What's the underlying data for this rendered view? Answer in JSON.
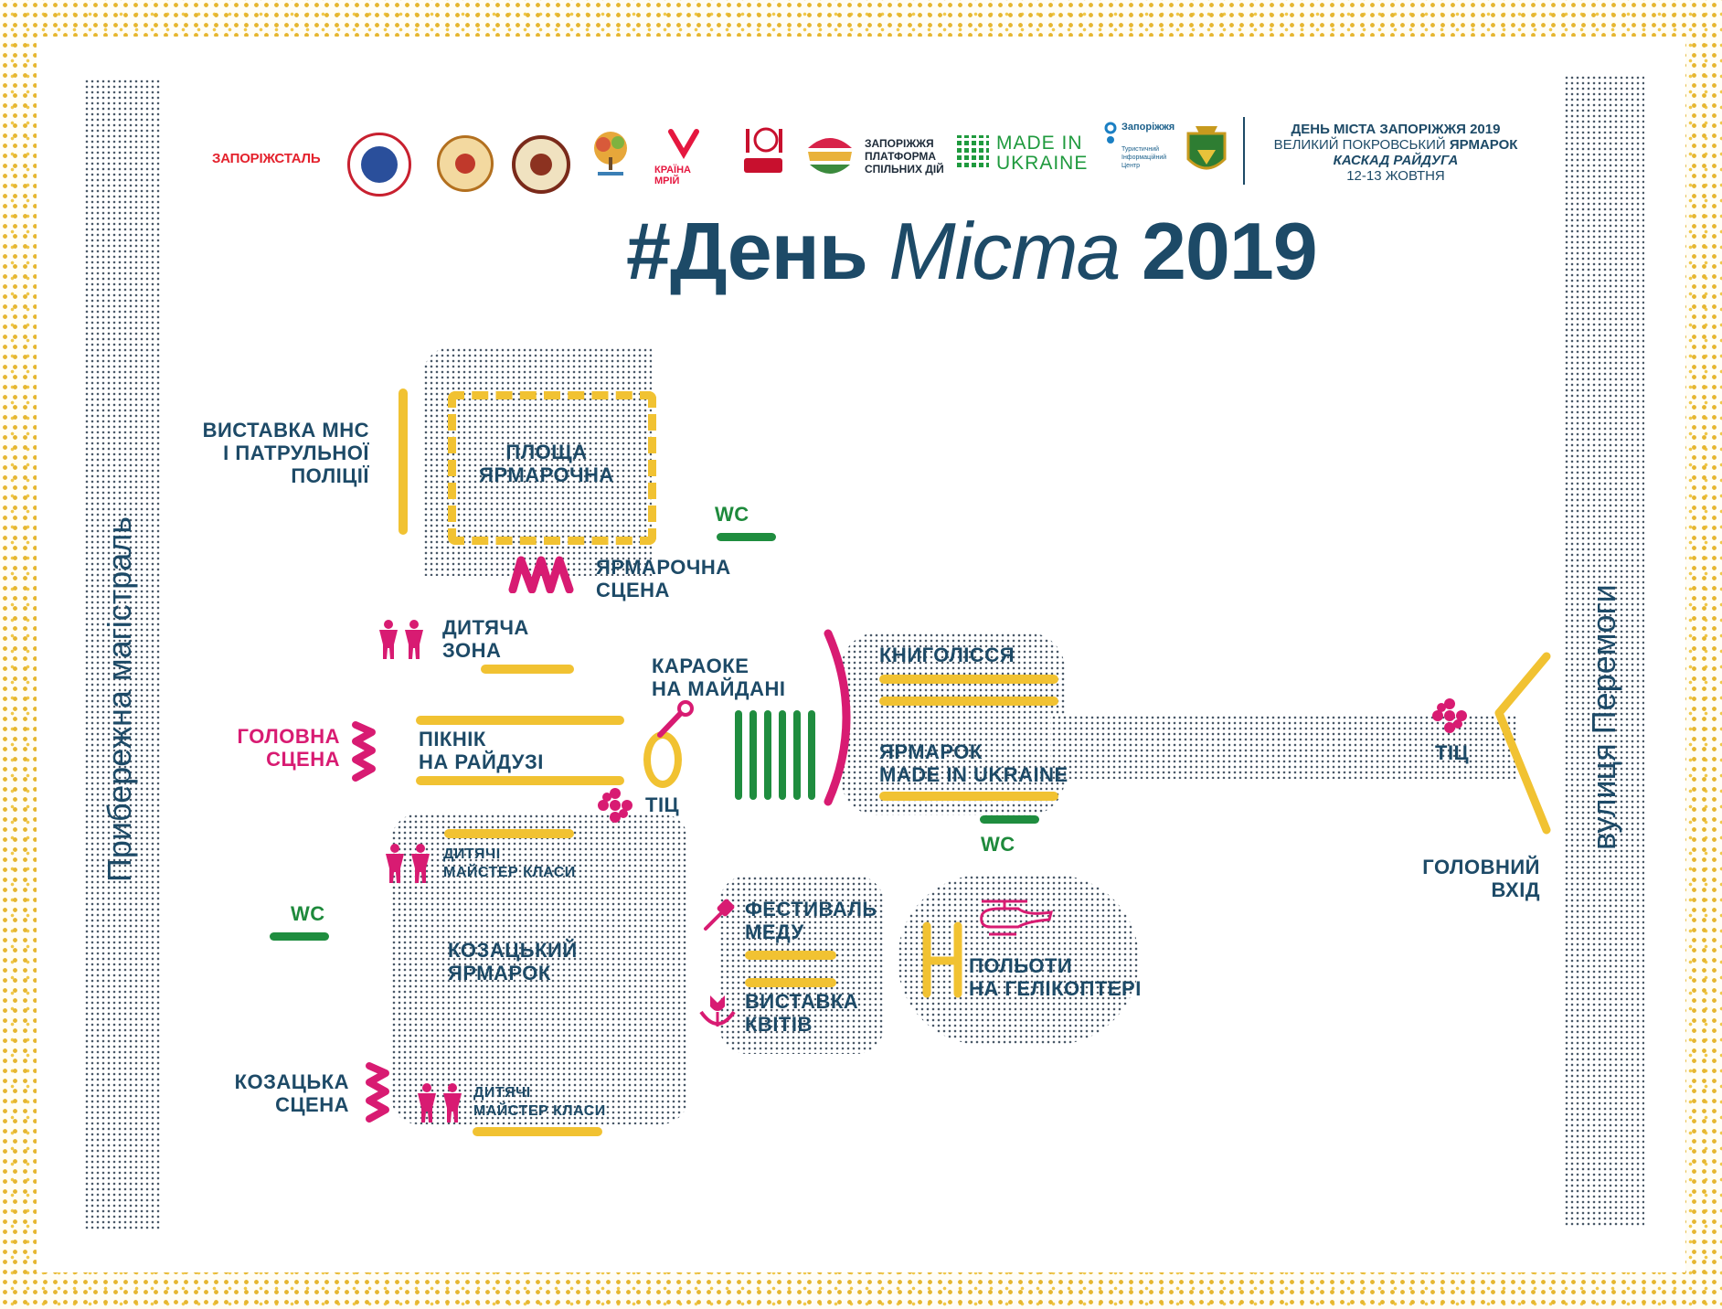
{
  "colors": {
    "navy": "#1d4a67",
    "pink": "#d81b72",
    "yellow": "#f1c232",
    "green": "#1f8d3f",
    "frame": "#e6b62f"
  },
  "title": {
    "hash": "#День",
    "mid": "Міста",
    "year": "2019"
  },
  "sponsors": {
    "zaporizhstal": "ЗАПОРІЖСТАЛЬ",
    "kraina_mriy": "КРАЇНА МРІЙ",
    "platform_line1": "ЗАПОРІЖЖЯ",
    "platform_line2": "ПЛАТФОРМА",
    "platform_line3": "СПІЛЬНИХ ДІЙ",
    "made_in_1": "MADE IN",
    "made_in_2": "UKRAINE",
    "tic_line1": "Запоріжжя",
    "tic_line2": "Туристичний",
    "tic_line3": "Інформаційний",
    "tic_line4": "Центр",
    "event_line1": "ДЕНЬ МІСТА ЗАПОРІЖЖЯ 2019",
    "event_line2_a": "ВЕЛИКИЙ ПОКРОВСЬКИЙ ",
    "event_line2_b": "ЯРМАРОК",
    "event_line3": "КАСКАД РАЙДУГА",
    "event_line4": "12-13 ЖОВТНЯ"
  },
  "streets": {
    "left": "Прибережна магістраль",
    "right": "вулиця Перемоги"
  },
  "labels": {
    "mns_exhibit": [
      "ВИСТАВКА МНС",
      "І ПАТРУЛЬНОЇ",
      "ПОЛІЦІЇ"
    ],
    "fair_square": [
      "ПЛОЩА",
      "ЯРМАРОЧНА"
    ],
    "wc": "WC",
    "fair_stage": [
      "ЯРМАРОЧНА",
      "СЦЕНА"
    ],
    "kids_zone": [
      "ДИТЯЧА",
      "ЗОНА"
    ],
    "karaoke": [
      "КАРАОКЕ",
      "НА МАЙДАНІ"
    ],
    "main_stage": [
      "ГОЛОВНА",
      "СЦЕНА"
    ],
    "picnic": [
      "ПІКНІК",
      "НА РАЙДУЗІ"
    ],
    "tic": "ТІЦ",
    "books": "КНИГОЛІССЯ",
    "made_in_fair": [
      "ЯРМАРОК",
      "MADE IN UKRAINE"
    ],
    "kids_master_1": [
      "ДИТЯЧІ",
      "МАЙСТЕР КЛАСИ"
    ],
    "cossack_fair": [
      "КОЗАЦЬКИЙ",
      "ЯРМАРОК"
    ],
    "honey_fest": [
      "ФЕСТИВАЛЬ",
      "МЕДУ"
    ],
    "flower_exhibit": [
      "ВИСТАВКА",
      "КВІТІВ"
    ],
    "heli_flights": [
      "ПОЛЬОТИ",
      "НА ГЕЛІКОПТЕРІ"
    ],
    "cossack_stage": [
      "КОЗАЦЬКА",
      "СЦЕНА"
    ],
    "kids_master_2": [
      "ДИТЯЧІ",
      "МАЙСТЕР КЛАСИ"
    ],
    "main_entrance": [
      "ГОЛОВНИЙ",
      "ВХІД"
    ]
  }
}
